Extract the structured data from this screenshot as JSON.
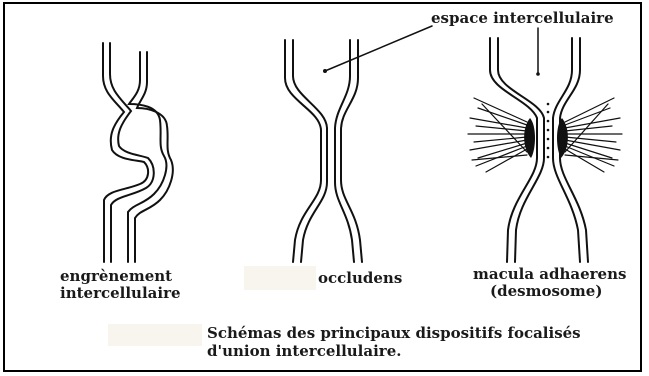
{
  "labels": {
    "espace": "espace intercellulaire",
    "engrenement_1": "engrènement",
    "engrenement_2": "intercellulaire",
    "occludens": "occludens",
    "macula_1": "macula adhaerens",
    "macula_2": "(desmosome)",
    "caption_1": "Schémas des principaux dispositifs focalisés",
    "caption_2": "d'union intercellulaire."
  },
  "colors": {
    "line": "#111111",
    "mask": "#f7f5ee",
    "frame": "#000000"
  }
}
